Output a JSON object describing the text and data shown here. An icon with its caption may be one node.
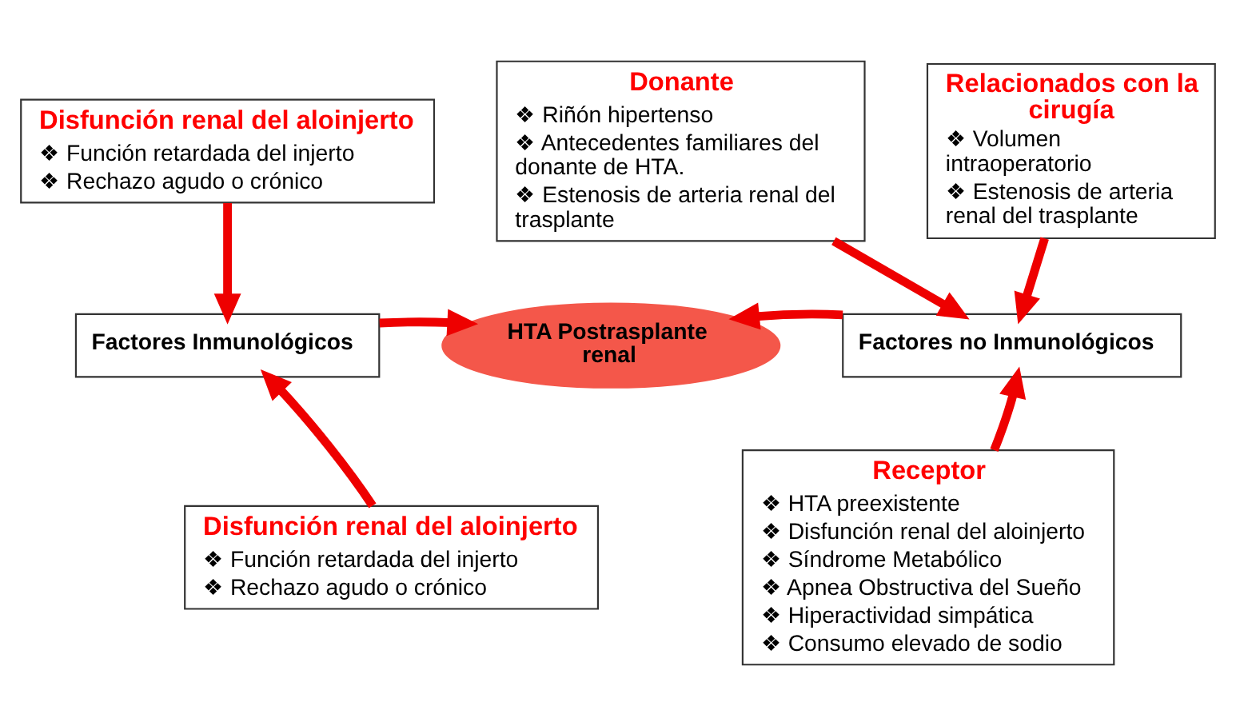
{
  "diagram": {
    "nodes": [
      {
        "text": [
          "Disfunción renal del aloinjerto",
          "❖ Función retardada del injerto",
          "❖ Rechazo agudo o crónico"
        ]
      },
      {
        "text": [
          "Factores Inmunológicos"
        ]
      },
      {
        "text": [
          "HTA Postrasplante renal"
        ]
      },
      {
        "text": [
          "Disfunción renal del aloinjerto",
          "❖ Función retardada del injerto",
          "❖ Rechazo agudo o crónico"
        ]
      },
      {
        "text": [
          "Donante",
          "❖ Riñón hipertenso",
          "❖ Antecedentes familiares del donante de HTA.",
          "❖ Estenosis de arteria renal del trasplante"
        ]
      },
      {
        "text": [
          "Relacionados con la cirugía",
          "❖ Volumen intraoperatorio",
          "❖ Estenosis de arteria renal del trasplante"
        ]
      },
      {
        "text": [
          "Factores no Inmunológicos"
        ]
      },
      {
        "text": [
          "Receptor",
          "❖ HTA preexistente",
          "❖ Disfunción renal del aloinjerto",
          "❖ Síndrome Metabólico",
          "❖ Apnea Obstructiva del Sueño",
          "❖ Hiperactividad simpática",
          "❖ Consumo elevado de sodio"
        ]
      }
    ],
    "edges": [
      {
        "from": 0,
        "to": 1,
        "arrow": "to"
      },
      {
        "from": 3,
        "to": 1,
        "arrow": "to"
      },
      {
        "from": 1,
        "to": 2,
        "arrow": "to"
      },
      {
        "from": 6,
        "to": 2,
        "arrow": "to"
      },
      {
        "from": 4,
        "to": 6,
        "arrow": "to"
      },
      {
        "from": 5,
        "to": 6,
        "arrow": "to"
      },
      {
        "from": 7,
        "to": 6,
        "arrow": "to"
      }
    ]
  }
}
